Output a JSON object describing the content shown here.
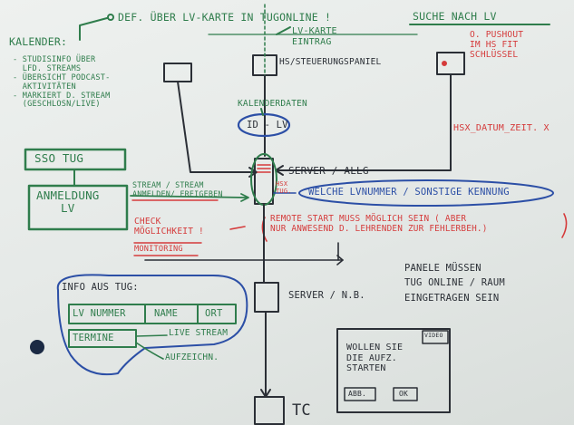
{
  "texts": {
    "def_header": "DEF. ÜBER LV-KARTE IN TUGONLINE !",
    "lv_karte": "LV-KARTE\nEINTRAG",
    "suche": "SUCHE NACH LV",
    "kalender": "KALENDER:",
    "kalender_notes": "- STUDISINFO ÜBER\n  LFD. STREAMS\n- ÜBERSICHT PODCAST-\n  AKTIVITÄTEN\n- MARKIERT D. STREAM\n  (GESCHLOSN/LIVE)",
    "sso": "SSO TUG",
    "anmeldung": "ANMELDUNG\nLV",
    "hs_panel": "HS/STEUERUNGSPANIEL",
    "opushout": "O. PUSHOUT\nIM HS FIT\nSCHLÜSSEL",
    "kalenderdaten": "KALENDERDATEN",
    "id_lv": "ID - LV",
    "hsx": "HSX_DATUM_ZEIT. X",
    "server_allg": "SERVER / ALLG",
    "stream_label": "STREAM / STREAM\nANMELDEN/ FREIGEBEN",
    "hsx_small": "HSX\nTUG.",
    "welche": "WELCHE LVNUMMER / SONSTIGE KENNUNG",
    "remote": "REMOTE START MUSS MÖGLICH SEIN ( ABER\nNUR ANWESEND D. LEHRENDEN ZUR FEHLERBEH.)",
    "check": "CHECK\nMÖGLICHKEIT !",
    "monitoring": "MONITORING",
    "panele": "PANELE MÜSSEN\nTUG ONLINE / RAUM\nEINGETRAGEN SEIN",
    "info_aus": "INFO AUS TUG:",
    "lv_nummer": "LV NUMMER",
    "name": "NAME",
    "ort": "ORT",
    "termine": "TERMINE",
    "livestream": "LIVE STREAM",
    "aufzeichn": "AUFZEICHN.",
    "server_nb": "SERVER / N.B.",
    "video": "VIDEO",
    "wollen": "WOLLEN SIE\nDIE AUFZ.\nSTARTEN",
    "abb": "ABB.",
    "ok": "OK",
    "tc": "TC"
  },
  "colors": {
    "green": "#2f7d4c",
    "black": "#2b2f36",
    "red": "#d53b3b",
    "blue": "#2c4fa6",
    "board": "#e4e8e6"
  }
}
